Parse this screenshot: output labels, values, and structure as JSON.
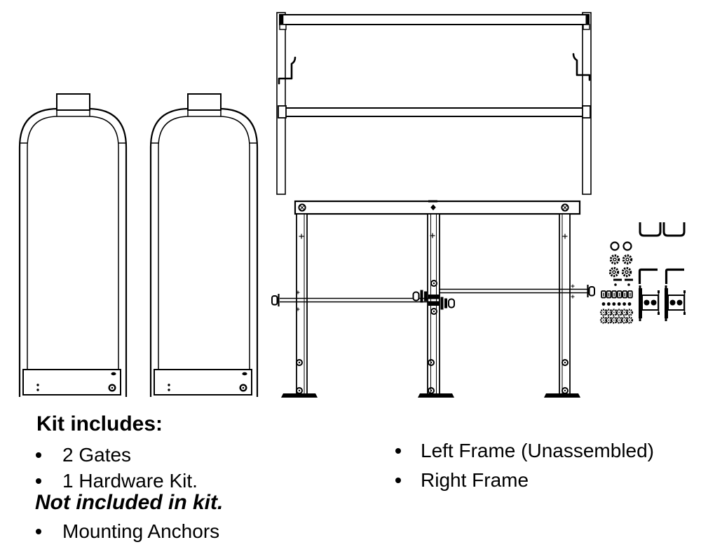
{
  "colors": {
    "background": "#ffffff",
    "line": "#000000",
    "text": "#000000"
  },
  "kit_list": {
    "heading": "Kit includes:",
    "items": [
      "2 Gates",
      "1 Hardware Kit."
    ],
    "not_included_heading": "Not included in kit.",
    "not_included_items": [
      "Mounting Anchors"
    ]
  },
  "frame_list": {
    "items": [
      "Left Frame (Unassembled)",
      "Right Frame"
    ]
  }
}
